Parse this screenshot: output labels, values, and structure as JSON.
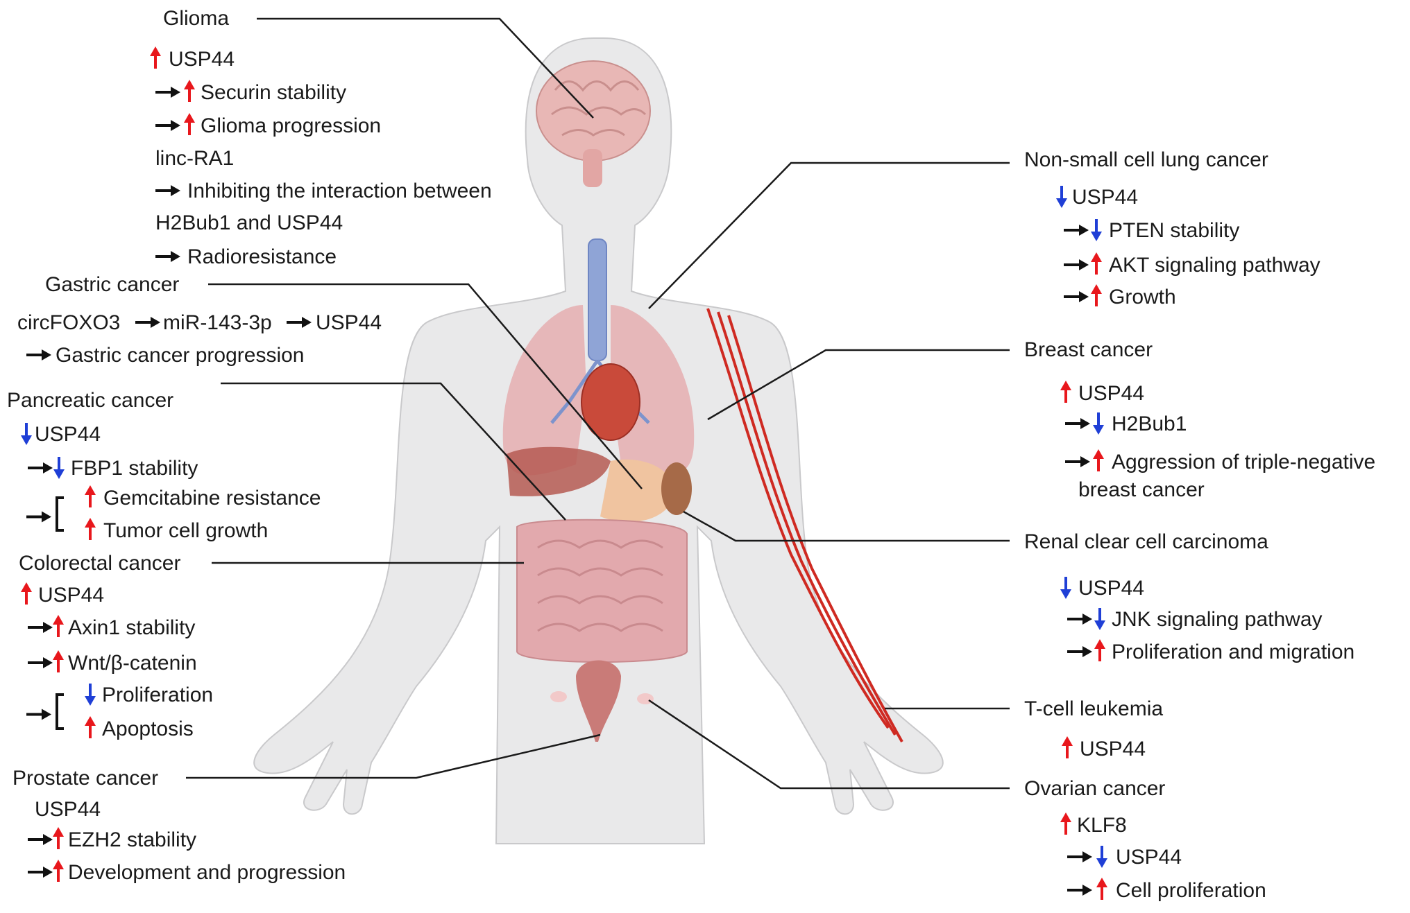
{
  "colors": {
    "up": "#e8171c",
    "down": "#1f3fd6",
    "arrow": "#111111",
    "line": "#1a1a1a",
    "body": "#e9e9ea"
  },
  "glioma": {
    "title": "Glioma",
    "lines": [
      "USP44",
      "Securin stability",
      "Glioma progression",
      "linc-RA1",
      "Inhibiting the interaction between",
      "H2Bub1 and USP44",
      "Radioresistance"
    ]
  },
  "gastric": {
    "title": "Gastric cancer",
    "l1a": "circFOXO3",
    "l1b": "miR-143-3p",
    "l1c": "USP44",
    "l2": "Gastric cancer progression"
  },
  "pancreatic": {
    "title": "Pancreatic cancer",
    "lines": [
      "USP44",
      "FBP1 stability",
      "Gemcitabine resistance",
      "Tumor cell growth"
    ]
  },
  "colorectal": {
    "title": "Colorectal cancer",
    "lines": [
      "USP44",
      "Axin1 stability",
      "Wnt/β-catenin",
      "Proliferation",
      "Apoptosis"
    ]
  },
  "prostate": {
    "title": "Prostate cancer",
    "lines": [
      "USP44",
      "EZH2 stability",
      "Development and progression"
    ]
  },
  "nsclc": {
    "title": "Non-small cell lung cancer",
    "lines": [
      "USP44",
      "PTEN stability",
      "AKT signaling pathway",
      "Growth"
    ]
  },
  "breast": {
    "title": "Breast cancer",
    "lines": [
      "USP44",
      "H2Bub1",
      "Aggression of triple-negative",
      "breast cancer"
    ]
  },
  "renal": {
    "title": "Renal clear cell carcinoma",
    "lines": [
      "USP44",
      "JNK signaling pathway",
      "Proliferation and migration"
    ]
  },
  "tcell": {
    "title": "T-cell leukemia",
    "lines": [
      "USP44"
    ]
  },
  "ovarian": {
    "title": "Ovarian cancer",
    "lines": [
      "KLF8",
      "USP44",
      "Cell proliferation"
    ]
  }
}
